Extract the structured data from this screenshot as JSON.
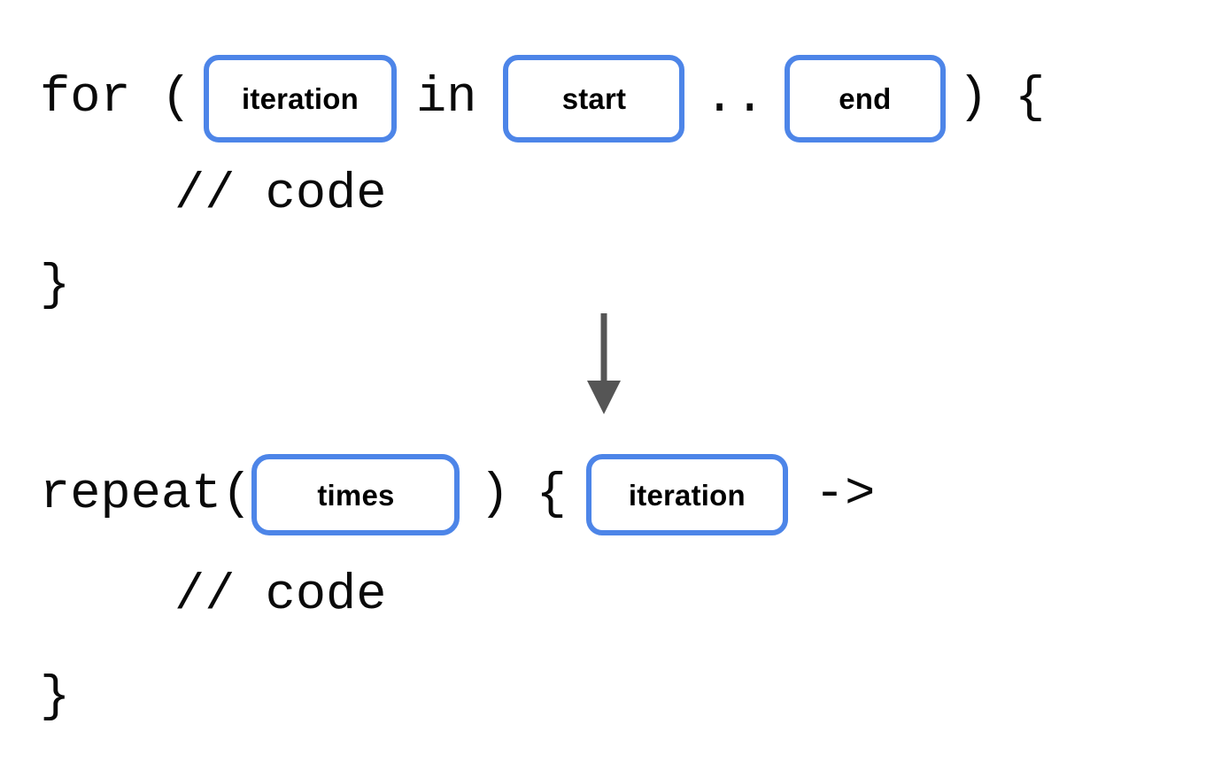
{
  "diagram": {
    "title": "for loop to repeat conversion",
    "background_color": "#ffffff",
    "slot_border_color": "#4d85e8",
    "code_text_color": "#0a0a0a",
    "arrow_color": "#555555"
  },
  "before": {
    "line1": {
      "t1": "for (",
      "slot1": "iteration",
      "t2": "in",
      "slot2": "start",
      "t3": "..",
      "slot3": "end",
      "t4": ")",
      "t5": "{"
    },
    "line2": "// code",
    "line3": "}"
  },
  "arrow": {
    "icon": "arrow-down-icon",
    "direction": "down"
  },
  "after": {
    "line1": {
      "t1": "repeat(",
      "slot1": "times",
      "t2": ")",
      "t3": "{",
      "slot2": "iteration",
      "t4": "->"
    },
    "line2": "// code",
    "line3": "}"
  }
}
